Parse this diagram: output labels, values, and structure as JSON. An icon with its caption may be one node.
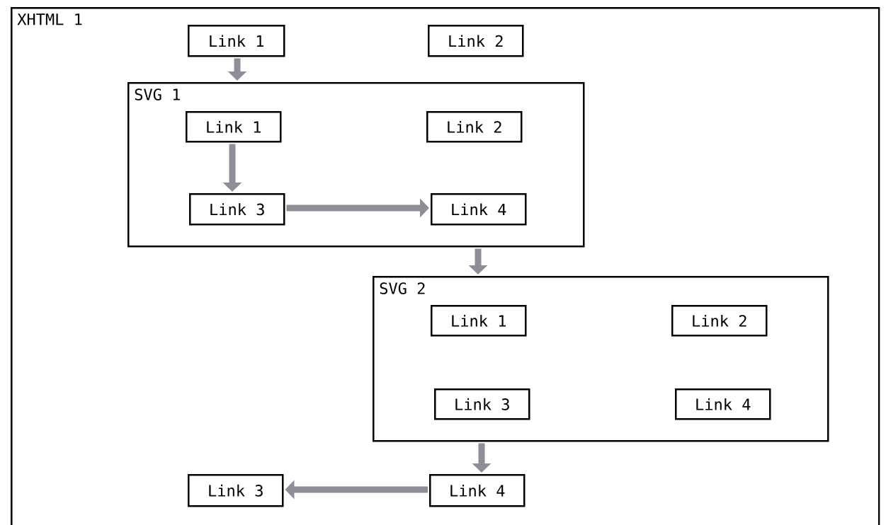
{
  "diagram": {
    "nodes": [
      {
        "text": [
          "XHTML 1"
        ]
      },
      {
        "text": [
          "Link 1"
        ],
        "in": 0
      },
      {
        "text": [
          "Link 2"
        ],
        "in": 0
      },
      {
        "text": [
          "SVG 1"
        ],
        "in": 0
      },
      {
        "text": [
          "Link 1"
        ],
        "in": 3
      },
      {
        "text": [
          "Link 2"
        ],
        "in": 3
      },
      {
        "text": [
          "Link 3"
        ],
        "in": 3
      },
      {
        "text": [
          "Link 4"
        ],
        "in": 3
      },
      {
        "text": [
          "SVG 2"
        ],
        "in": 0
      },
      {
        "text": [
          "Link 1"
        ],
        "in": 8
      },
      {
        "text": [
          "Link 2"
        ],
        "in": 8
      },
      {
        "text": [
          "Link 3"
        ],
        "in": 8
      },
      {
        "text": [
          "Link 4"
        ],
        "in": 8
      },
      {
        "text": [
          "Link 3"
        ],
        "in": 0
      },
      {
        "text": [
          "Link 4"
        ],
        "in": 0
      }
    ],
    "edges": [
      {
        "from": 1,
        "to": 3,
        "arrow": "to"
      },
      {
        "from": 4,
        "to": 6,
        "arrow": "to"
      },
      {
        "from": 6,
        "to": 7,
        "arrow": "to"
      },
      {
        "from": 3,
        "to": 8,
        "arrow": "to"
      },
      {
        "from": 8,
        "to": 14,
        "arrow": "to"
      },
      {
        "from": 14,
        "to": 13,
        "arrow": "to"
      }
    ]
  }
}
